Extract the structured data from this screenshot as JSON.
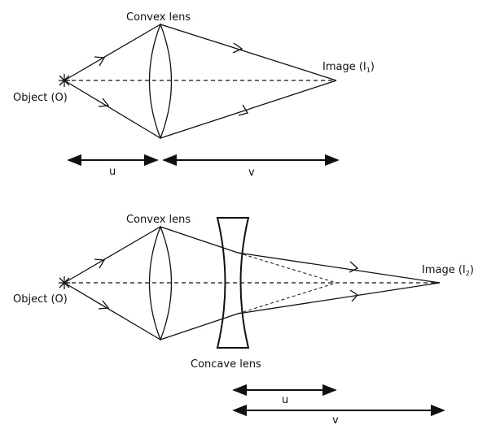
{
  "diagram_top": {
    "lens_label": "Convex lens",
    "object_label": "Object (O)",
    "image_label_prefix": "Image (I",
    "image_label_subscript": "1",
    "image_label_suffix": ")",
    "u_label": "u",
    "v_label": "v"
  },
  "diagram_bottom": {
    "convex_label": "Convex lens",
    "concave_label": "Concave lens",
    "object_label": "Object (O)",
    "image_label_prefix": "Image (I",
    "image_label_subscript": "2",
    "image_label_suffix": ")",
    "u_label": "u",
    "v_label": "v"
  },
  "colors": {
    "line": "#111111"
  }
}
